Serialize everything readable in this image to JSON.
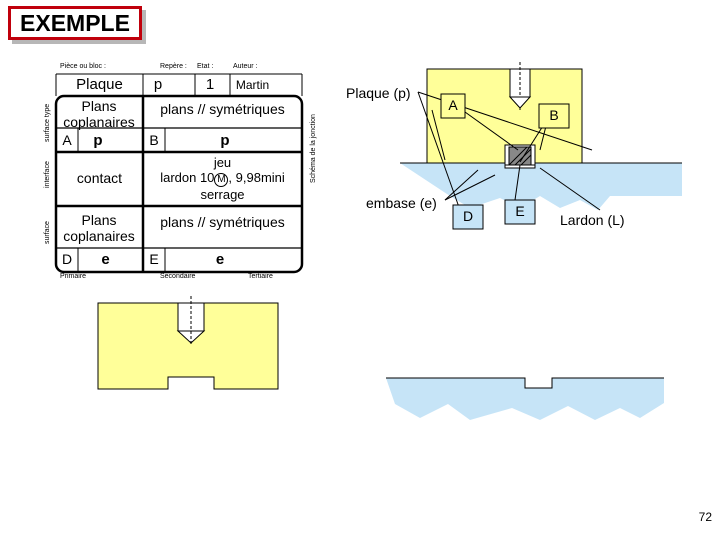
{
  "title": "EXEMPLE",
  "form": {
    "header": {
      "piece_label": "Pièce ou bloc :",
      "repere_label": "Repère :",
      "etat_label": "Etat :",
      "auteur_label": "Auteur :"
    },
    "row_piece": {
      "piece": "Plaque",
      "repere": "p",
      "etat": "1",
      "auteur": "Martin"
    },
    "side_labels": {
      "surface_type": "surface type",
      "interface": "interface",
      "surface": "surface"
    },
    "row1": {
      "left_text": "Plans coplanaires",
      "right_text": "plans // symétriques"
    },
    "row2": {
      "left_letter": "A",
      "left_code": "p",
      "right_letter": "B",
      "right_code": "p"
    },
    "row3": {
      "left_text": "contact",
      "right_line1": "jeu",
      "right_line2_pre": "lardon 10",
      "right_circled": "M",
      "right_line2_post": ", 9,98mini",
      "right_line3": "serrage"
    },
    "row4": {
      "left_text": "Plans coplanaires",
      "right_text": "plans // symétriques"
    },
    "row5": {
      "left_letter": "D",
      "left_code": "e",
      "right_letter": "E",
      "right_code": "e"
    },
    "footer": {
      "primaire": "Primaire",
      "secondaire": "Secondaire",
      "tertiaire": "Tertiaire"
    },
    "schema_label": "Schéma de la jonction"
  },
  "schema": {
    "plaque_label": "Plaque (p)",
    "embase_label": "embase (e)",
    "lardon_label": "Lardon (L)",
    "letters": {
      "a": "A",
      "b": "B",
      "d": "D",
      "e": "E"
    }
  },
  "page_number": "72",
  "colors": {
    "yellow": "#ffff99",
    "blue": "#c6e4f7",
    "title_border": "#c0000c"
  }
}
